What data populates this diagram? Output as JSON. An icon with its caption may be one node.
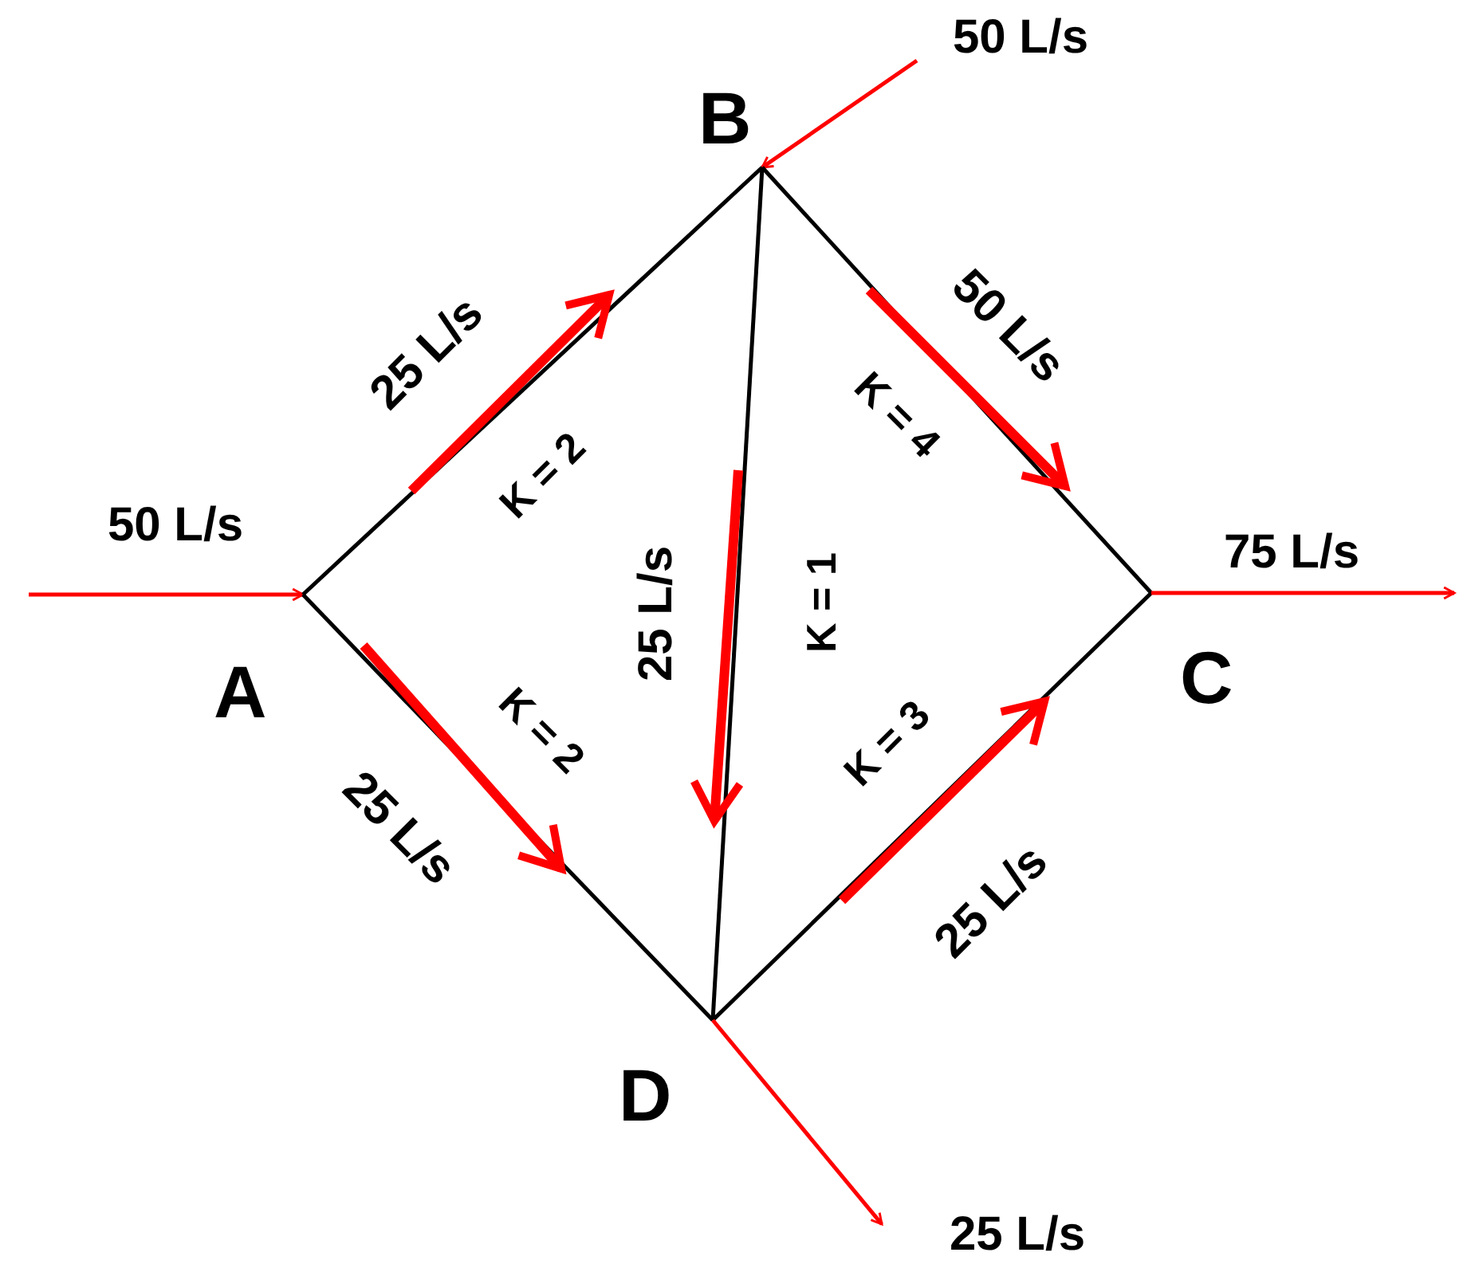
{
  "diagram": {
    "nodes": [
      {
        "text": [
          "A"
        ]
      },
      {
        "text": [
          "B"
        ]
      },
      {
        "text": [
          "C"
        ]
      },
      {
        "text": [
          "D"
        ]
      }
    ],
    "edges": [
      {
        "from": null,
        "to": 0,
        "arrow": "to",
        "label": "50 L/s",
        "color": "#ff0000"
      },
      {
        "from": null,
        "to": 1,
        "arrow": "to",
        "label": "50 L/s",
        "color": "#ff0000"
      },
      {
        "from": 0,
        "to": 1,
        "arrow": "none",
        "label": "K = 2"
      },
      {
        "from": 0,
        "to": 3,
        "arrow": "none",
        "label": "K = 2"
      },
      {
        "from": 1,
        "to": 3,
        "arrow": "none",
        "label": "K = 1"
      },
      {
        "from": 1,
        "to": 2,
        "arrow": "none",
        "label": "K = 4"
      },
      {
        "from": 3,
        "to": 2,
        "arrow": "none",
        "label": "K = 3"
      },
      {
        "from": 2,
        "to": null,
        "arrow": "to",
        "label": "75 L/s",
        "color": "#ff0000"
      },
      {
        "from": 3,
        "to": null,
        "arrow": "to",
        "label": "25 L/s",
        "color": "#ff0000"
      }
    ],
    "labels": [
      "25 L/s",
      "50 L/s",
      "25 L/s",
      "25 L/s",
      "25 L/s"
    ]
  }
}
